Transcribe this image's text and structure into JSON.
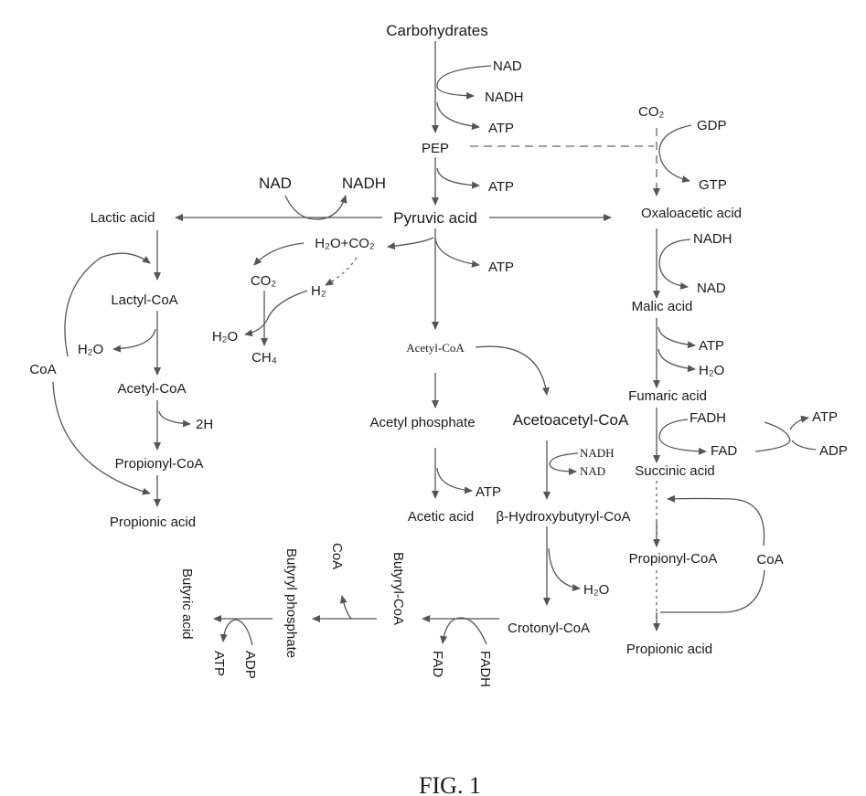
{
  "labels": {
    "carbohydrates": "Carbohydrates",
    "nad_1": "NAD",
    "nadh_1": "NADH",
    "atp_1": "ATP",
    "pep": "PEP",
    "atp_2": "ATP",
    "co2_top": "CO₂",
    "gdp": "GDP",
    "gtp": "GTP",
    "oxaloacetic_acid": "Oxaloacetic acid",
    "nad_left": "NAD",
    "nadh_left": "NADH",
    "lactic_acid": "Lactic acid",
    "pyruvic_acid": "Pyruvic acid",
    "h2o_co2": "H₂O+CO₂",
    "atp_3": "ATP",
    "nadh_right": "NADH",
    "nad_right": "NAD",
    "malic_acid": "Malic acid",
    "lactyl_coa": "Lactyl-CoA",
    "co2_left": "CO₂",
    "h2": "H₂",
    "h2o_ch4": "H₂O",
    "ch4": "CH₄",
    "h2o_lactyl": "H₂O",
    "coa_left": "CoA",
    "acetyl_coa_left": "Acetyl-CoA",
    "two_h": "2H",
    "propionyl_coa_left": "Propionyl-CoA",
    "propionic_acid_left": "Propionic acid",
    "acetyl_coa_mid": "Acetyl-CoA",
    "atp_malic": "ATP",
    "h2o_malic": "H₂O",
    "fumaric_acid": "Fumaric acid",
    "acetyl_phosphate": "Acetyl phosphate",
    "acetoacetyl_coa": "Acetoacetyl-CoA",
    "fadh_right": "FADH",
    "fad_right": "FAD",
    "atp_fad": "ATP",
    "adp_fad": "ADP",
    "nadh_small": "NADH",
    "nad_small": "NAD",
    "succinic_acid": "Succinic acid",
    "atp_acetic": "ATP",
    "acetic_acid": "Acetic acid",
    "hydroxybutyryl_coa": "β-Hydroxybutyryl-CoA",
    "propionyl_coa_right": "Propionyl-CoA",
    "coa_right": "CoA",
    "h2o_crotonyl": "H₂O",
    "crotonyl_coa": "Crotonyl-CoA",
    "propionic_acid_right": "Propionic acid",
    "butyric_acid": "Butyric acid",
    "atp_butyric": "ATP",
    "adp_butyric": "ADP",
    "butyryl_phosphate": "Butyryl phosphate",
    "coa_butyryl": "CoA",
    "butyryl_coa": "Butyryl-CoA",
    "fad_butyryl": "FAD",
    "fadh_butyryl": "FADH",
    "fig_caption": "FIG. 1"
  }
}
